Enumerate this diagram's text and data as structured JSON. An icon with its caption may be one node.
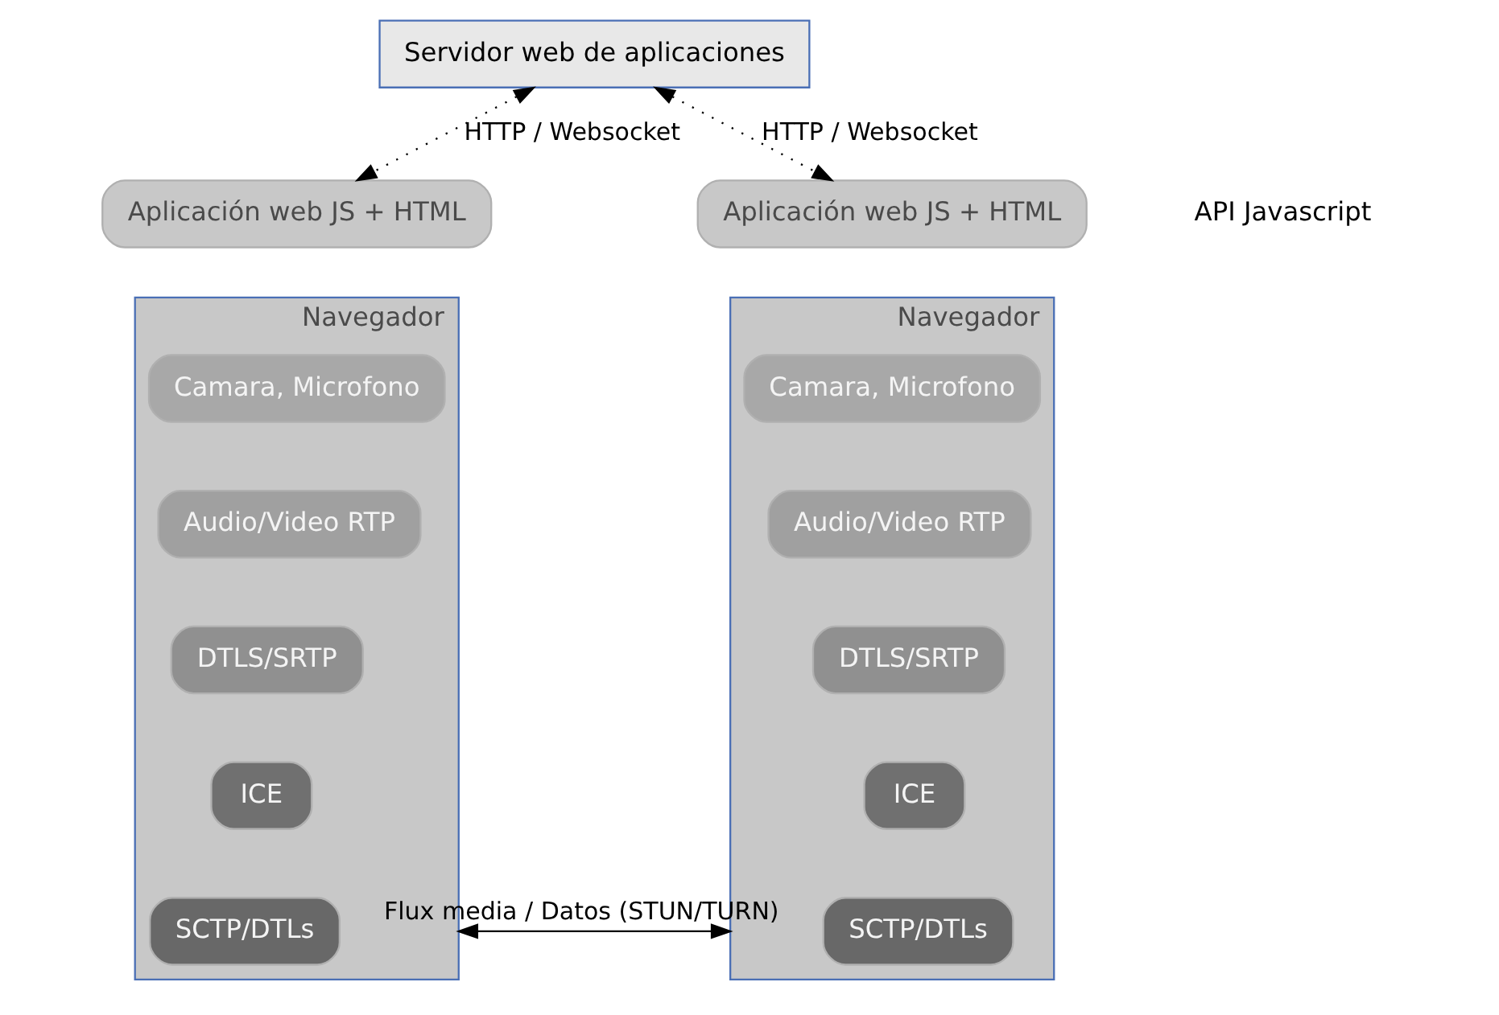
{
  "diagram": {
    "nodes": [
      {
        "text": [
          "Servidor web de aplicaciones"
        ]
      },
      {
        "text": [
          "Aplicación web JS + HTML"
        ]
      },
      {
        "text": [
          "Navegador"
        ]
      },
      {
        "text": [
          "Camara, Microfono"
        ],
        "in": 2
      },
      {
        "text": [
          "Audio/Video RTP"
        ],
        "in": 2
      },
      {
        "text": [
          "DTLS/SRTP"
        ],
        "in": 2
      },
      {
        "text": [
          "ICE"
        ],
        "in": 2
      },
      {
        "text": [
          "SCTP/DTLs"
        ],
        "in": 2
      },
      {
        "text": [
          "Aplicación web JS + HTML"
        ]
      },
      {
        "text": [
          "Navegador"
        ]
      },
      {
        "text": [
          "Camara, Microfono"
        ],
        "in": 9
      },
      {
        "text": [
          "Audio/Video RTP"
        ],
        "in": 9
      },
      {
        "text": [
          "DTLS/SRTP"
        ],
        "in": 9
      },
      {
        "text": [
          "ICE"
        ],
        "in": 9
      },
      {
        "text": [
          "SCTP/DTLs"
        ],
        "in": 9
      }
    ],
    "edges": [
      {
        "from": 0,
        "to": 1,
        "arrow": "both",
        "label": "HTTP / Websocket",
        "style": "dashed"
      },
      {
        "from": 0,
        "to": 8,
        "arrow": "both",
        "label": "HTTP / Websocket",
        "style": "dashed"
      },
      {
        "from": 2,
        "to": 9,
        "arrow": "both",
        "label": "Flux media / Datos (STUN/TURN)"
      }
    ],
    "labels": [
      "API Javascript"
    ]
  }
}
